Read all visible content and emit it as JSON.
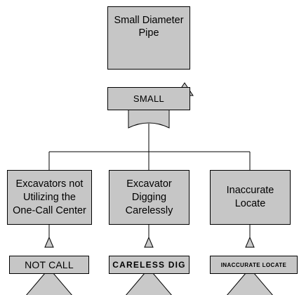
{
  "top_event": {
    "label": "Small Diameter Pipe"
  },
  "gate": {
    "type": "or-gate",
    "label": "SMALL"
  },
  "events": [
    {
      "label": "Excavators not Utilizing the One-Call Center",
      "tag": "NOT CALL"
    },
    {
      "label": "Excavator Digging Carelessly",
      "tag": "CARELESS DIG"
    },
    {
      "label": "Inaccurate Locate",
      "tag": "INACCURATE LOCATE"
    }
  ],
  "colors": {
    "fill": "#d2d2d2",
    "stroke": "#000000",
    "background": "#ffffff"
  }
}
